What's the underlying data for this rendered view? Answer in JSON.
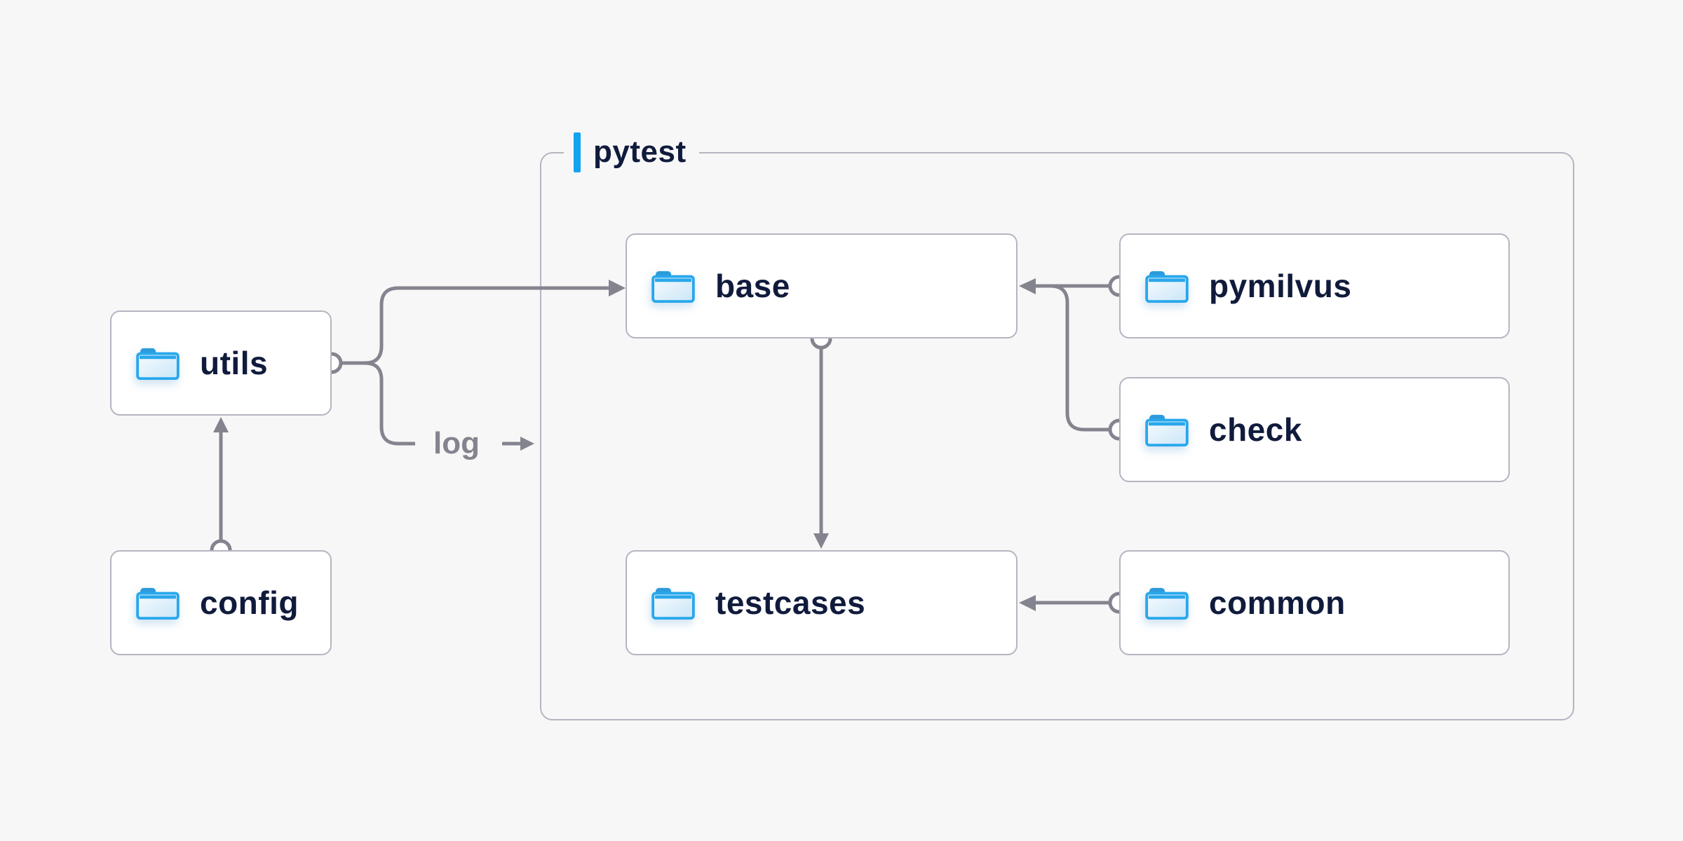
{
  "group": {
    "label": "pytest"
  },
  "nodes": {
    "utils": {
      "label": "utils",
      "icon": "folder-icon"
    },
    "config": {
      "label": "config",
      "icon": "folder-icon"
    },
    "base": {
      "label": "base",
      "icon": "folder-icon"
    },
    "pymilvus": {
      "label": "pymilvus",
      "icon": "folder-icon"
    },
    "check": {
      "label": "check",
      "icon": "folder-icon"
    },
    "testcases": {
      "label": "testcases",
      "icon": "folder-icon"
    },
    "common": {
      "label": "common",
      "icon": "folder-icon"
    }
  },
  "edge_labels": {
    "log": "log"
  },
  "edges": [
    {
      "from": "config",
      "to": "utils",
      "arrow_at": "utils"
    },
    {
      "from": "utils",
      "to": "base",
      "arrow_at": "base"
    },
    {
      "from": "utils",
      "to": "log",
      "arrow_at": "log",
      "label": "log"
    },
    {
      "from": "pymilvus",
      "to": "base",
      "arrow_at": "base"
    },
    {
      "from": "check",
      "to": "base",
      "arrow_at": "base"
    },
    {
      "from": "base",
      "to": "testcases",
      "arrow_at": "testcases"
    },
    {
      "from": "common",
      "to": "testcases",
      "arrow_at": "testcases"
    }
  ],
  "colors": {
    "background": "#F7F7F8",
    "node_fill": "#FFFFFF",
    "node_border": "#B5B5C1",
    "group_border": "#B5B5C1",
    "connector": "#84848F",
    "accent_blue": "#14A3F0",
    "folder_stroke": "#28A7EC",
    "folder_tab": "#2D9BDB",
    "text_navy": "#101B3C",
    "edge_label_gray": "#84848F"
  }
}
